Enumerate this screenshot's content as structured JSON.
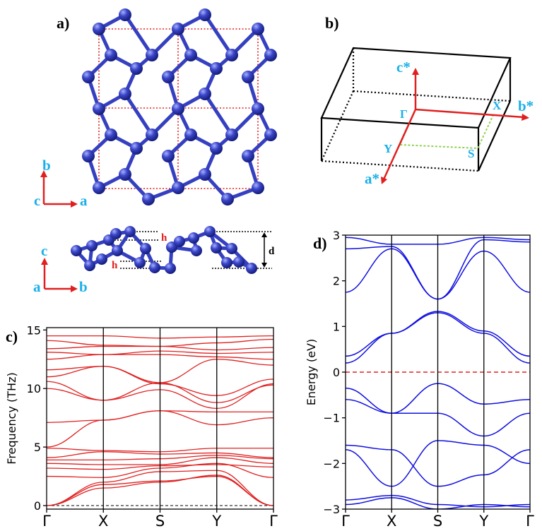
{
  "panels": {
    "a": {
      "label": "a)",
      "axis_b": "b",
      "axis_c": "c",
      "axis_a": "a"
    },
    "b": {
      "label": "b)",
      "c_star": "c*",
      "b_star": "b*",
      "a_star": "a*",
      "gamma": "Γ",
      "x": "X",
      "y": "Y",
      "s": "S"
    },
    "side": {
      "axis_c": "c",
      "axis_a": "a",
      "axis_b": "b",
      "h_top": "h",
      "h_bottom": "h",
      "d": "d"
    },
    "c": {
      "label": "c)"
    },
    "d": {
      "label": "d)"
    }
  },
  "colors": {
    "atom": "#3b46c8",
    "bond": "#3540c0",
    "cell": "#e02020",
    "phonon": "#e02020",
    "band": "#1010e0",
    "axis_label": "#1ab0e8",
    "fermi": "#e02020"
  },
  "chart_data": [
    {
      "type": "line",
      "panel": "c)",
      "ylabel": "Frequency (THz)",
      "k_labels": [
        "Γ",
        "X",
        "S",
        "Y",
        "Γ"
      ],
      "k_positions": [
        0,
        1,
        2,
        3,
        4
      ],
      "ylim": [
        -0.3,
        15.2
      ],
      "yticks": [
        0,
        5,
        10,
        15
      ],
      "zero_line": 0,
      "series": [
        {
          "values": [
            0,
            1.5,
            2.0,
            2.6,
            0
          ]
        },
        {
          "values": [
            0,
            1.8,
            2.1,
            2.5,
            0
          ]
        },
        {
          "values": [
            0,
            2.0,
            2.9,
            3.0,
            0
          ]
        },
        {
          "values": [
            2.5,
            2.4,
            3.2,
            3.6,
            2.4
          ]
        },
        {
          "values": [
            3.2,
            3.1,
            3.4,
            3.5,
            3.3
          ]
        },
        {
          "values": [
            3.6,
            3.5,
            3.5,
            4.1,
            3.6
          ]
        },
        {
          "values": [
            3.9,
            3.9,
            4.0,
            4.3,
            4.0
          ]
        },
        {
          "values": [
            4.1,
            4.6,
            4.4,
            4.5,
            4.1
          ]
        },
        {
          "values": [
            4.9,
            4.7,
            4.6,
            4.9,
            4.9
          ]
        },
        {
          "values": [
            5.0,
            7.3,
            8.1,
            6.9,
            7.5
          ]
        },
        {
          "values": [
            7.1,
            7.3,
            8.1,
            8.0,
            8.0
          ]
        },
        {
          "values": [
            10.0,
            9.0,
            9.9,
            8.3,
            10.4
          ]
        },
        {
          "values": [
            10.6,
            9.0,
            10.5,
            8.8,
            10.3
          ]
        },
        {
          "values": [
            11.0,
            11.9,
            10.4,
            9.4,
            10.8
          ]
        },
        {
          "values": [
            11.6,
            11.9,
            10.5,
            12.5,
            12.0
          ]
        },
        {
          "values": [
            12.5,
            12.9,
            12.9,
            12.7,
            12.5
          ]
        },
        {
          "values": [
            13.1,
            12.9,
            13.2,
            13.0,
            13.1
          ]
        },
        {
          "values": [
            13.4,
            13.6,
            13.6,
            13.3,
            13.5
          ]
        },
        {
          "values": [
            14.1,
            13.7,
            13.6,
            13.9,
            14.2
          ]
        },
        {
          "values": [
            14.5,
            14.5,
            14.3,
            14.4,
            14.5
          ]
        }
      ]
    },
    {
      "type": "line",
      "panel": "d)",
      "ylabel": "Energy (eV)",
      "k_labels": [
        "Γ",
        "X",
        "S",
        "Y",
        "Γ"
      ],
      "k_positions": [
        0,
        1,
        2,
        3,
        4
      ],
      "ylim": [
        -3,
        3
      ],
      "yticks": [
        -3,
        -2,
        -1,
        0,
        1,
        2,
        3
      ],
      "fermi_level": 0,
      "series": [
        {
          "values": [
            -2.9,
            -2.75,
            -3.0,
            -2.9,
            -2.95
          ]
        },
        {
          "values": [
            -2.8,
            -2.7,
            -2.9,
            -2.95,
            -2.9
          ]
        },
        {
          "values": [
            -1.7,
            -2.5,
            -1.5,
            -1.6,
            -2.0
          ]
        },
        {
          "values": [
            -1.6,
            -1.7,
            -2.5,
            -2.25,
            -1.7
          ]
        },
        {
          "values": [
            -0.6,
            -0.9,
            -0.9,
            -1.4,
            -0.9
          ]
        },
        {
          "values": [
            -0.35,
            -0.9,
            -0.25,
            -0.7,
            -0.6
          ]
        },
        {
          "values": [
            0.35,
            0.85,
            1.33,
            0.9,
            0.35
          ]
        },
        {
          "values": [
            0.2,
            0.85,
            1.3,
            0.85,
            0.2
          ]
        },
        {
          "values": [
            1.75,
            2.7,
            1.6,
            2.65,
            1.75
          ]
        },
        {
          "values": [
            2.7,
            2.75,
            1.6,
            2.9,
            2.85
          ]
        },
        {
          "values": [
            2.95,
            2.8,
            2.8,
            2.95,
            2.9
          ]
        }
      ]
    }
  ]
}
